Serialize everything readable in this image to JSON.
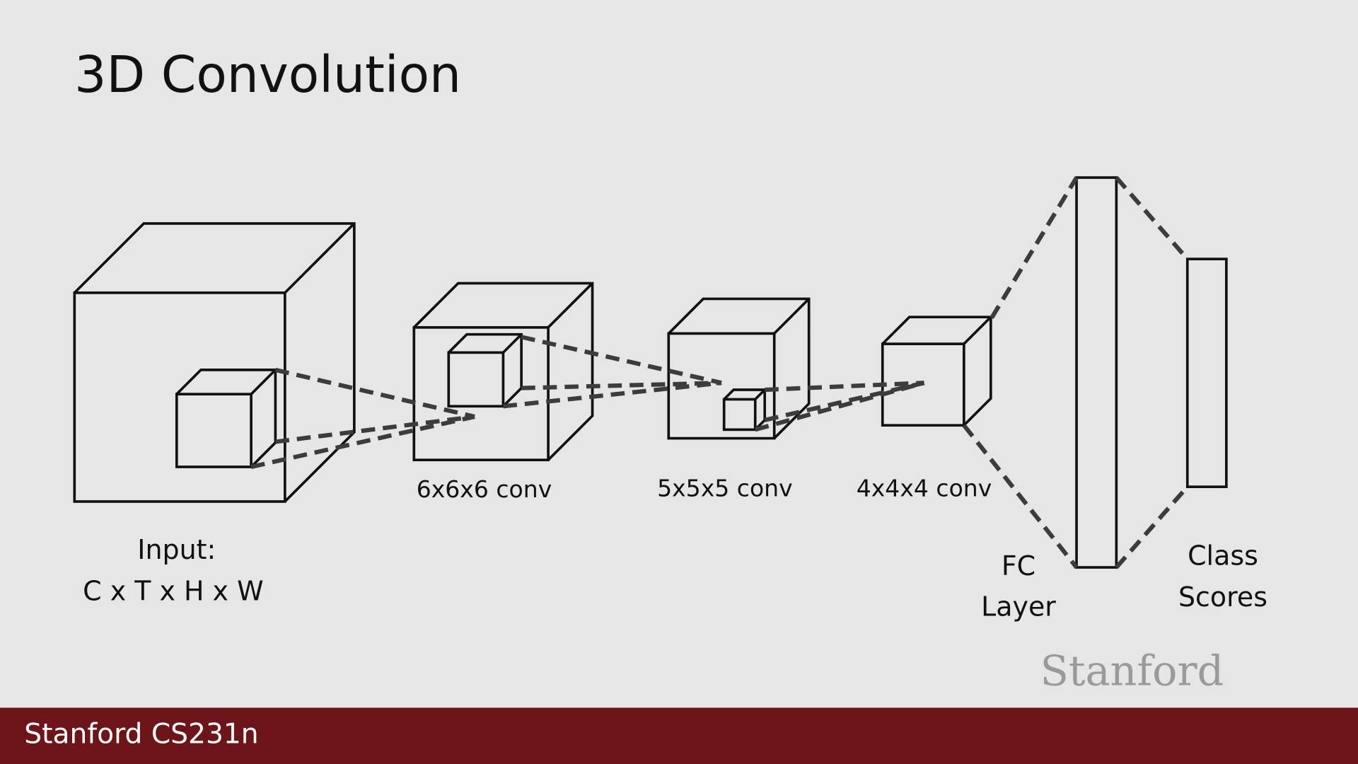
{
  "slide": {
    "title": "3D Convolution",
    "labels": {
      "input_line1": "Input:",
      "input_line2": "C x T x H x W",
      "conv1": "6x6x6 conv",
      "conv2": "5x5x5 conv",
      "conv3": "4x4x4 conv",
      "fc_line1": "FC",
      "fc_line2": "Layer",
      "scores_line1": "Class",
      "scores_line2": "Scores"
    },
    "logo": "Stanford",
    "footer": "Stanford CS231n"
  },
  "colors": {
    "background": "#e6e6e6",
    "footer_bar": "#6e1519",
    "logo": "#9a9a9a",
    "dashed_line": "#3c3c3c"
  }
}
